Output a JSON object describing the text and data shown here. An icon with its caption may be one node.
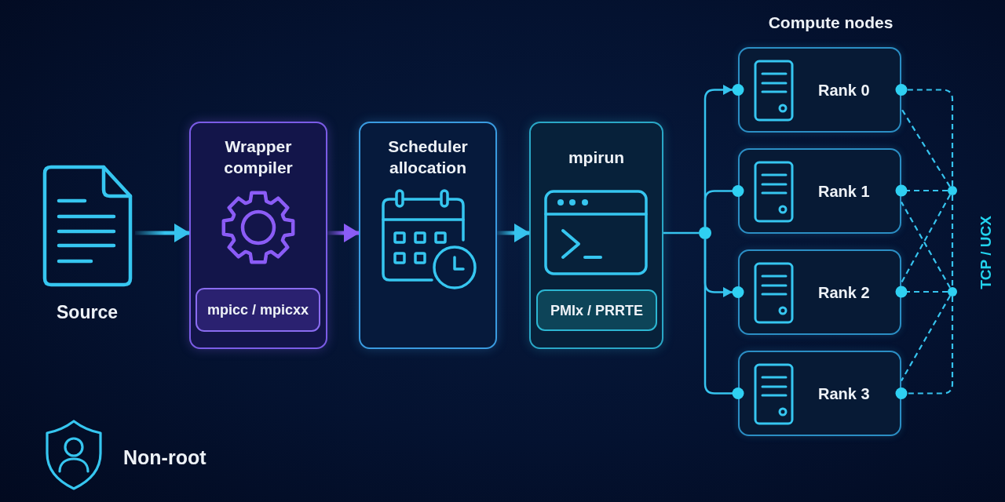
{
  "diagram": {
    "nodes": [
      {
        "text": [
          "Source"
        ]
      },
      {
        "text": [
          "Wrapper compiler"
        ]
      },
      {
        "text": [
          "mpicc / mpicxx"
        ],
        "in": 1
      },
      {
        "text": [
          "Scheduler allocation"
        ]
      },
      {
        "text": [
          "mpirun"
        ]
      },
      {
        "text": [
          "PMIx / PRRTE"
        ],
        "in": 4
      },
      {
        "text": [
          "Rank 0"
        ]
      },
      {
        "text": [
          "Rank 1"
        ]
      },
      {
        "text": [
          "Rank 2"
        ]
      },
      {
        "text": [
          "Rank 3"
        ]
      },
      {
        "text": [],
        "shape": "circle"
      },
      {
        "text": [],
        "shape": "circle"
      },
      {
        "text": [],
        "shape": "circle"
      }
    ],
    "edges": [
      {
        "from": 0,
        "to": 1,
        "arrow": "to",
        "style": "thick"
      },
      {
        "from": 1,
        "to": 3,
        "arrow": "to",
        "style": "thick",
        "color": "#8b5cf6"
      },
      {
        "from": 3,
        "to": 4,
        "arrow": "to",
        "style": "thick"
      },
      {
        "from": 4,
        "to": 10,
        "arrow": "none"
      },
      {
        "from": 10,
        "to": 6,
        "arrow": "to"
      },
      {
        "from": 10,
        "to": 7,
        "arrow": "other"
      },
      {
        "from": 10,
        "to": 8,
        "arrow": "to"
      },
      {
        "from": 10,
        "to": 9,
        "arrow": "other"
      },
      {
        "from": 11,
        "to": 6,
        "arrow": "other",
        "style": "dashed"
      },
      {
        "from": 11,
        "to": 7,
        "arrow": "other",
        "style": "dashed"
      },
      {
        "from": 11,
        "to": 12,
        "arrow": "none",
        "style": "dashed"
      },
      {
        "from": 12,
        "to": 8,
        "arrow": "other",
        "style": "dashed"
      },
      {
        "from": 12,
        "to": 9,
        "arrow": "other",
        "style": "dashed"
      },
      {
        "from": 11,
        "to": 6,
        "arrow": "none",
        "style": "dashed"
      },
      {
        "from": 11,
        "to": 8,
        "arrow": "none",
        "style": "dashed"
      },
      {
        "from": 12,
        "to": 7,
        "arrow": "none",
        "style": "dashed"
      },
      {
        "from": 12,
        "to": 9,
        "arrow": "none",
        "style": "dashed"
      }
    ],
    "labels": [
      "Compute nodes",
      "TCP / UCX",
      "Non-root"
    ]
  }
}
